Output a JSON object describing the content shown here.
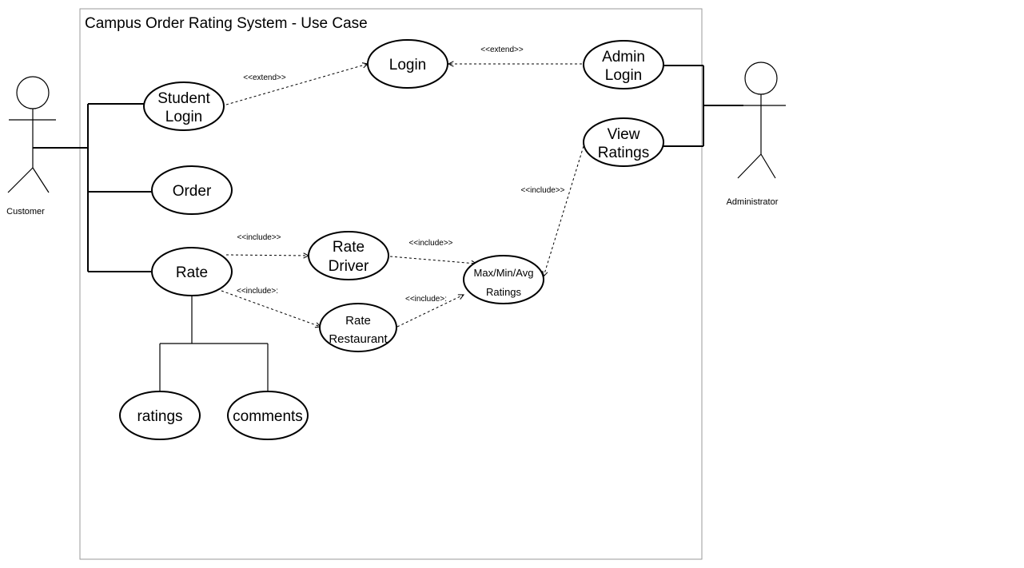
{
  "title": "Campus Order Rating System - Use Case",
  "actors": {
    "customer": "Customer",
    "administrator": "Administrator"
  },
  "use_cases": {
    "student_login": [
      "Student",
      "Login"
    ],
    "login": "Login",
    "order": "Order",
    "rate": "Rate",
    "rate_driver": [
      "Rate",
      "Driver"
    ],
    "rate_restaurant": [
      "Rate",
      "Restaurant"
    ],
    "max_min_avg": [
      "Max/Min/Avg",
      "Ratings"
    ],
    "ratings": "ratings",
    "comments": "comments",
    "admin_login": [
      "Admin",
      "Login"
    ],
    "view_ratings": [
      "View",
      "Ratings"
    ]
  },
  "relations": {
    "student_extend": "<<extend>>",
    "admin_extend": "<<extend>>",
    "rate_driver_include": "<<include>>",
    "rate_restaurant_include": "<<include>:",
    "driver_max_include": "<<include>>",
    "restaurant_max_include": "<<include>:",
    "view_include": "<<include>>"
  }
}
